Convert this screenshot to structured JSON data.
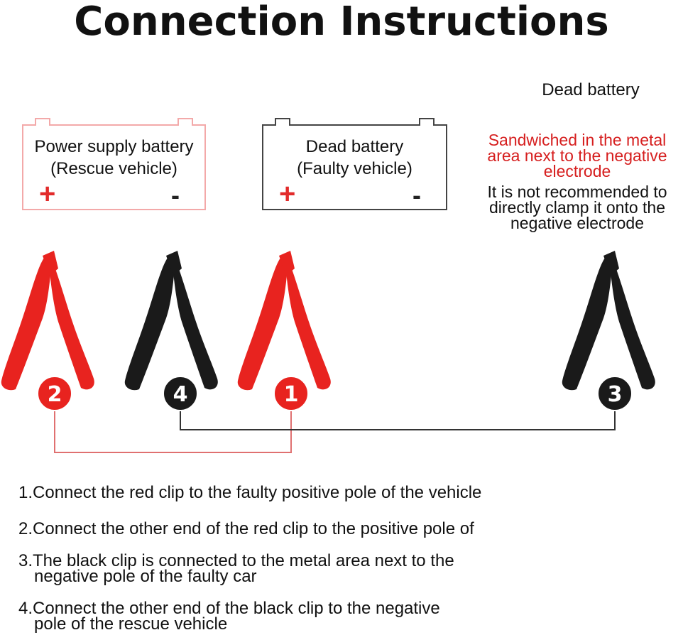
{
  "title": "Connection Instructions",
  "rescue_battery": {
    "line1": "Power supply battery",
    "line2": "(Rescue vehicle)",
    "plus": "+",
    "minus": "-"
  },
  "faulty_battery": {
    "line1": "Dead battery",
    "line2": "(Faulty vehicle)",
    "plus": "+",
    "minus": "-"
  },
  "side_note": {
    "dead_label": "Dead battery",
    "red_lines": [
      "Sandwiched in the metal",
      "area next to the negative",
      "electrode"
    ],
    "black_lines": [
      "It is not recommended to",
      "directly clamp it onto the",
      "negative electrode"
    ]
  },
  "clips": [
    {
      "number": "2",
      "color": "red"
    },
    {
      "number": "4",
      "color": "black"
    },
    {
      "number": "1",
      "color": "red"
    },
    {
      "number": "3",
      "color": "black"
    }
  ],
  "steps": [
    {
      "line1": "1.Connect the red clip to the faulty positive pole of the vehicle",
      "line2": ""
    },
    {
      "line1": "2.Connect the other end of the red clip to the positive pole of",
      "line2": ""
    },
    {
      "line1": "3.The black clip is connected to the metal area next to the",
      "line2": "negative pole of the faulty car"
    },
    {
      "line1": "4.Connect the other end of the black clip to the negative",
      "line2": "pole of the rescue vehicle"
    }
  ],
  "colors": {
    "red": "#e8231f",
    "red_dark": "#b01410",
    "black": "#1a1a1a",
    "red_line": "#e07070",
    "black_line": "#333333",
    "note_red": "#d61e1e"
  }
}
